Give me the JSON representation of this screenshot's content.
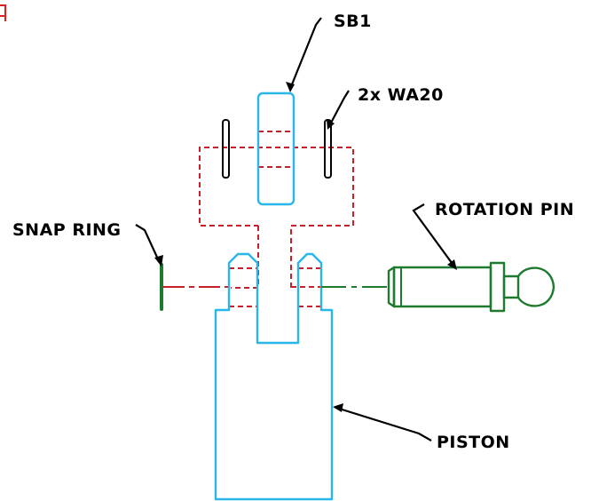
{
  "labels": {
    "sb1": "SB1",
    "washers": "2x WA20",
    "snap_ring": "SNAP RING",
    "rotation_pin": "ROTATION PIN",
    "piston": "PISTON"
  },
  "colors": {
    "body": "#29b6e8",
    "pin": "#1e7a2e",
    "hidden": "#c8202a",
    "washer": "#000000",
    "leader": "#000000",
    "corner_mark": "#e02020"
  }
}
